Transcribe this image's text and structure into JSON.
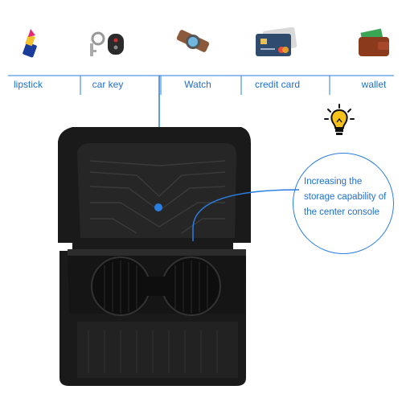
{
  "items": [
    {
      "label": "lipstick",
      "icon": "lipstick-icon"
    },
    {
      "label": "car key",
      "icon": "car-key-icon"
    },
    {
      "label": "Watch",
      "icon": "watch-icon"
    },
    {
      "label": "credit card",
      "icon": "credit-card-icon"
    },
    {
      "label": "wallet",
      "icon": "wallet-icon"
    }
  ],
  "callout": {
    "text": "Increasing the storage capability of the center console",
    "icon": "lightbulb-icon"
  },
  "product": {
    "name": "center-console-organizer-tray"
  },
  "colors": {
    "accent": "#1f6fd1",
    "tray": "#1b1b1b",
    "bulb": "#f4c21b"
  }
}
